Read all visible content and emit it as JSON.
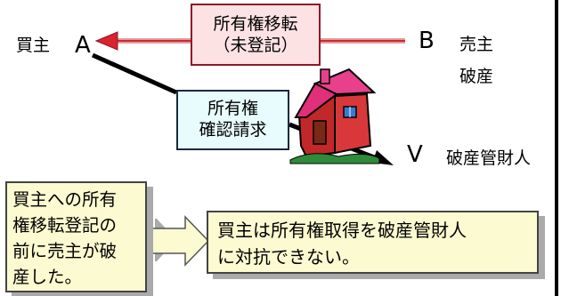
{
  "parties": {
    "buyer_role": "買主",
    "buyer_letter": "A",
    "seller_letter": "B",
    "seller_role": "売主",
    "seller_status": "破産",
    "trustee_letter": "V",
    "trustee_role": "破産管財人"
  },
  "transfer_box": {
    "line1": "所有権移転",
    "line2": "（未登記）"
  },
  "claim_box": {
    "line1": "所有権",
    "line2": "確認請求"
  },
  "premise_box": {
    "line1": "買主への所有",
    "line2": "権移転登記の",
    "line3": "前に売主が破",
    "line4": "産した。"
  },
  "conclusion_box": {
    "line1": "買主は所有権取得を破産管財人",
    "line2": "に対抗できない。"
  },
  "colors": {
    "transfer_arrow": "#d9232d",
    "transfer_box_fill": "#fde2e4",
    "claim_box_fill": "#e8fbfd",
    "note_fill": "#fcfad0",
    "house_wall": "#c0282a",
    "house_roof": "#e0307a"
  }
}
